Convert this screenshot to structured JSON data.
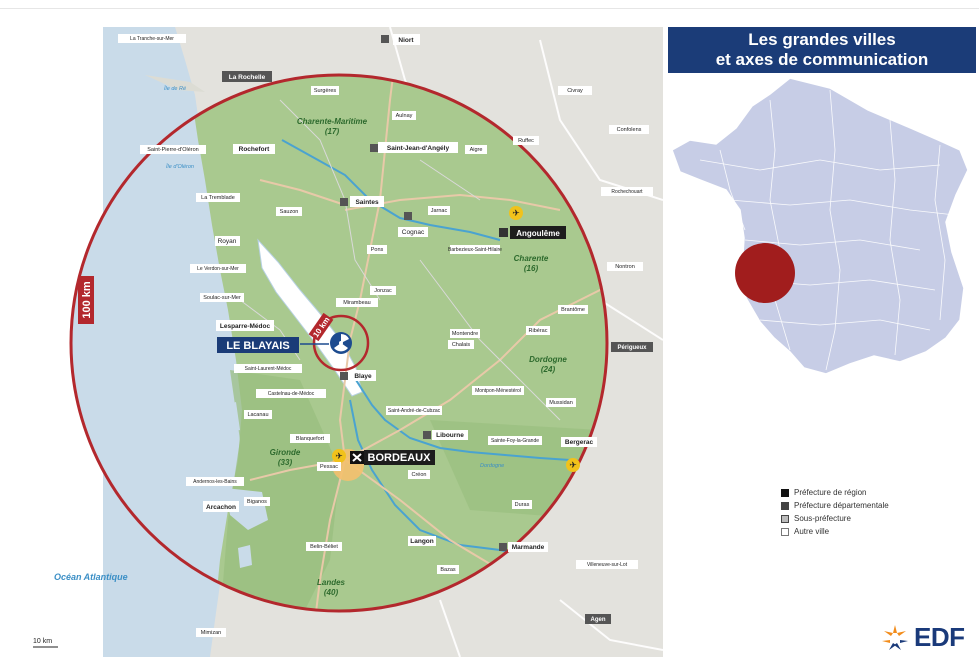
{
  "panel": {
    "title_line1": "Les grandes villes",
    "title_line2": "et axes de communication"
  },
  "legend": [
    {
      "label": "Préfecture de région"
    },
    {
      "label": "Préfecture départementale"
    },
    {
      "label": "Sous-préfecture"
    },
    {
      "label": "Autre ville"
    }
  ],
  "map": {
    "big_radius_label": "100 km",
    "small_radius_label": "10 km",
    "plant_label": "LE BLAYAIS",
    "ocean_label": "Océan Atlantique",
    "scale_label": "10 km",
    "regional_capital": "BORDEAUX",
    "cities": [
      "La Rochelle",
      "Niort",
      "Rochefort",
      "Saint-Jean-d'Angély",
      "Saintes",
      "Cognac",
      "Angoulême",
      "Royan",
      "Lesparre-Médoc",
      "Blaye",
      "Libourne",
      "Bergerac",
      "Arcachon",
      "Langon",
      "Marmande",
      "Saint-Pierre-d'Oléron",
      "Surgères",
      "Aulnay",
      "Aigre",
      "Ruffec",
      "Jarnac",
      "Barbezieux-Saint-Hilaire",
      "Jonzac",
      "Pons",
      "Mirambeau",
      "Montendre",
      "Chalais",
      "Ribérac",
      "Brantôme",
      "Montpon-Ménestérol",
      "Mussidan",
      "Saint-André-de-Cubzac",
      "Sainte-Foy-la-Grande",
      "Blanquefort",
      "Pessac",
      "Créon",
      "Andernos-les-Bains",
      "Biganos",
      "Belin-Béliet",
      "Bazas",
      "Duras",
      "Le Verdon-sur-Mer",
      "Saint-Laurent-Médoc",
      "Castelnau-de-Médoc",
      "Lacanau",
      "Confolens",
      "Rochechouart",
      "Nontron",
      "Périgueux",
      "Agen",
      "Villeneuve-sur-Lot",
      "Mimizan",
      "Civray",
      "La Tremblade",
      "Soulac-sur-Mer",
      "Sauzon",
      "La Tranche-sur-Mer"
    ],
    "regions": [
      {
        "name": "Charente-Maritime",
        "code": "(17)"
      },
      {
        "name": "Charente",
        "code": "(16)"
      },
      {
        "name": "Dordogne",
        "code": "(24)"
      },
      {
        "name": "Gironde",
        "code": "(33)"
      },
      {
        "name": "Landes",
        "code": "(40)"
      }
    ],
    "water_labels": [
      "Île de Ré",
      "Île d'Oléron",
      "Dordogne"
    ]
  },
  "logo": {
    "text": "EDF"
  },
  "colors": {
    "zone_green": "#a9c98f",
    "circle_red": "#b3282d",
    "france_fill": "#c7cde6",
    "title_blue": "#1b3c78",
    "marker_red": "#a11d1d"
  }
}
